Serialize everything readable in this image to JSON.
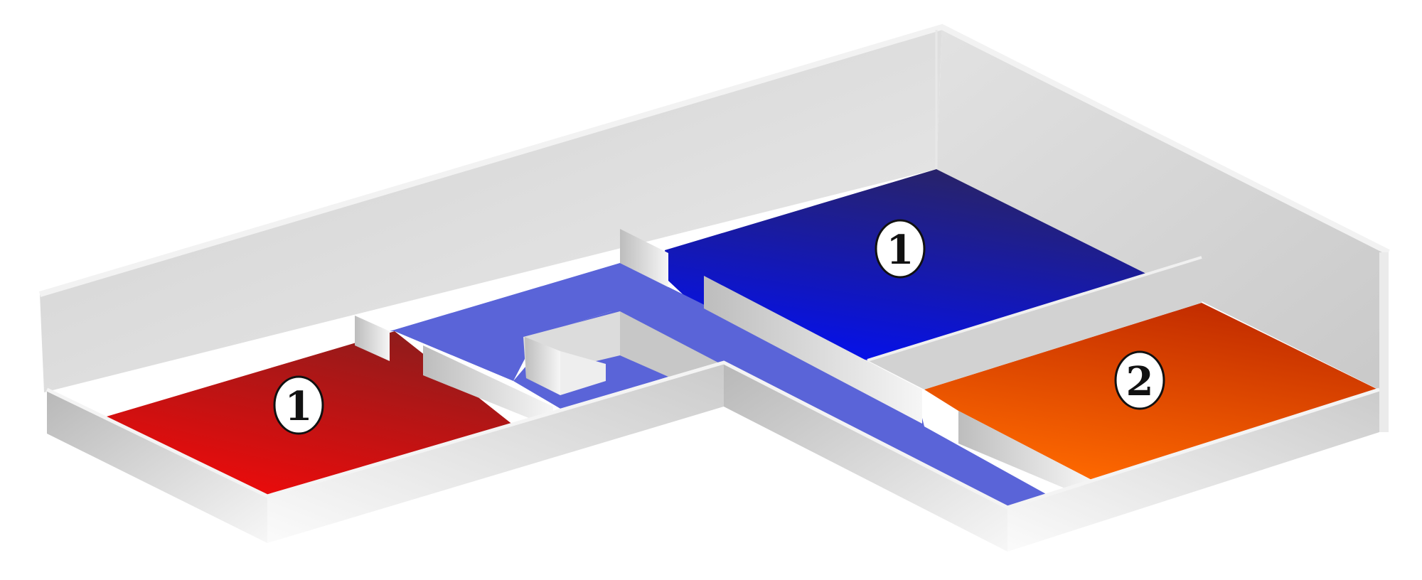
{
  "rooms": [
    {
      "id": "room-left",
      "label": "1",
      "color_light": "#f20a0a",
      "color_dark": "#8e1c1c"
    },
    {
      "id": "room-top",
      "label": "1",
      "color_light": "#0410ee",
      "color_dark": "#2a2463"
    },
    {
      "id": "room-right",
      "label": "2",
      "color_light": "#ff6a00",
      "color_dark": "#c02a00"
    }
  ],
  "corridor": {
    "color": "#5a64d8"
  },
  "walls": {
    "color_light": "#f3f3f3",
    "color_mid": "#dadada",
    "color_dark": "#b9b9b9"
  }
}
